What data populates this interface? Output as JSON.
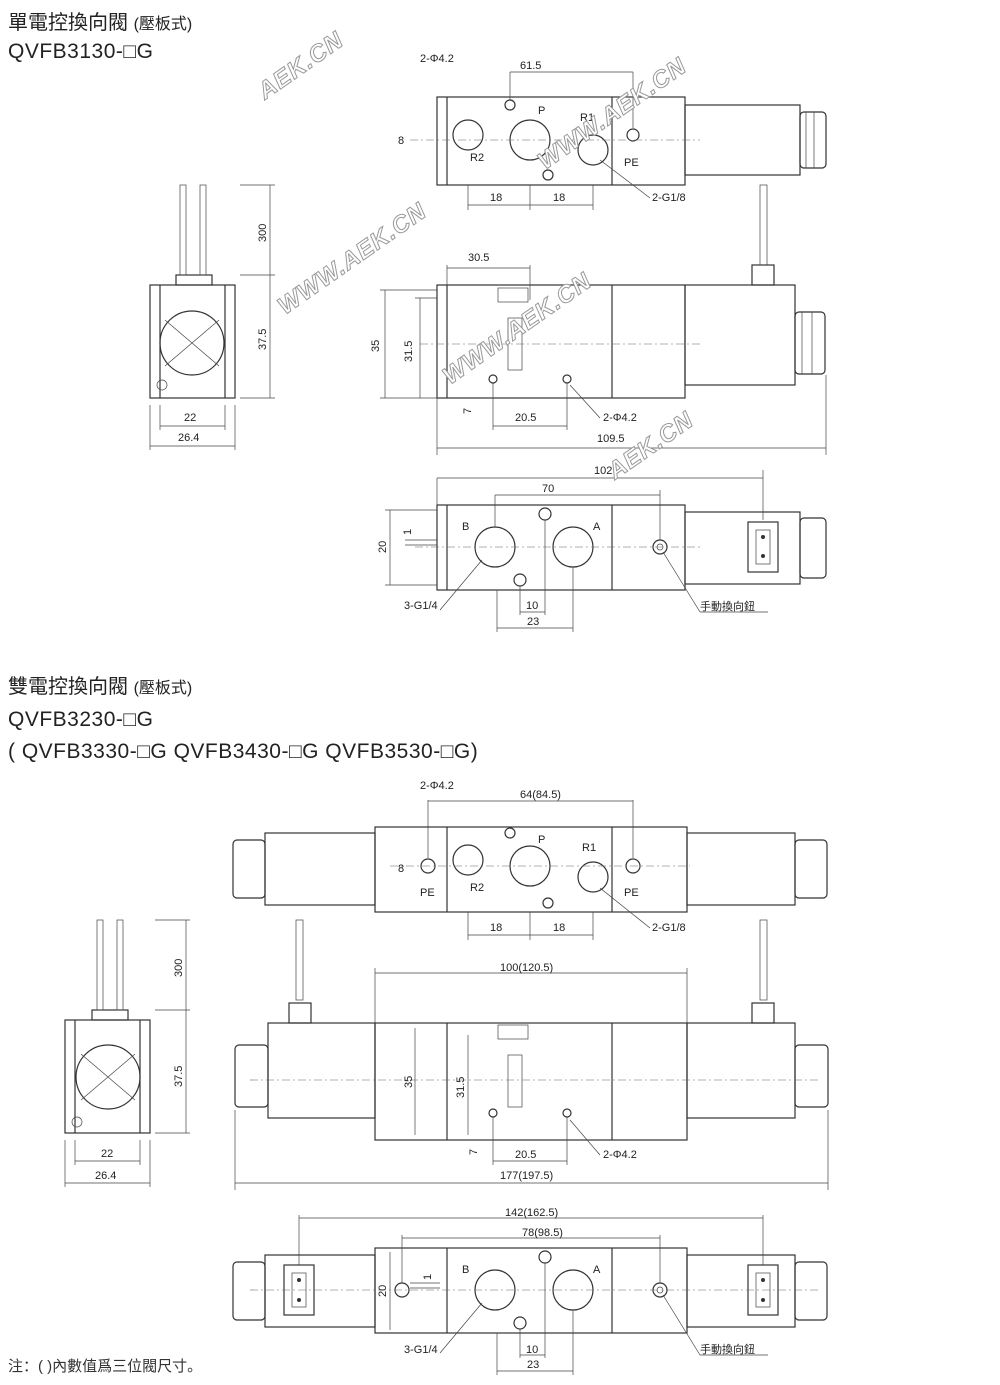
{
  "single": {
    "title": "單電控換向閥",
    "title_sub": "(壓板式)",
    "model": "QVFB3130-□G",
    "top_view": {
      "holes": "2-Φ4.2",
      "width": "61.5",
      "offset": "8",
      "port_p": "P",
      "port_r1": "R1",
      "port_r2": "R2",
      "port_pe": "PE",
      "pitch_left": "18",
      "pitch_right": "18",
      "thread": "2-G1/8"
    },
    "side_view": {
      "lead": "300",
      "height": "37.5",
      "inner_width": "22",
      "outer_width": "26.4"
    },
    "front_view": {
      "offset": "30.5",
      "height": "35",
      "inner_height": "31.5",
      "hole_offset": "7",
      "hole_pitch": "20.5",
      "holes": "2-Φ4.2",
      "length": "109.5"
    },
    "bottom_view": {
      "span_outer": "102",
      "span_inner": "70",
      "offset": "1",
      "height": "20",
      "port_b": "B",
      "port_a": "A",
      "thread": "3-G1/4",
      "pitch_small": "10",
      "pitch": "23",
      "manual": "手動換向鈕"
    }
  },
  "double": {
    "title": "雙電控換向閥",
    "title_sub": "(壓板式)",
    "model": "QVFB3230-□G",
    "models_alt": "( QVFB3330-□G  QVFB3430-□G  QVFB3530-□G)",
    "top_view": {
      "holes": "2-Φ4.2",
      "width": "64(84.5)",
      "offset": "8",
      "port_p": "P",
      "port_r1": "R1",
      "port_r2": "R2",
      "port_pe_left": "PE",
      "port_pe_right": "PE",
      "pitch_left": "18",
      "pitch_right": "18",
      "thread": "2-G1/8"
    },
    "side_view": {
      "lead": "300",
      "height": "37.5",
      "inner_width": "22",
      "outer_width": "26.4"
    },
    "front_view": {
      "body_length": "100(120.5)",
      "height": "35",
      "inner_height": "31.5",
      "hole_offset": "7",
      "hole_pitch": "20.5",
      "holes": "2-Φ4.2",
      "length": "177(197.5)"
    },
    "bottom_view": {
      "span_outer": "142(162.5)",
      "span_inner": "78(98.5)",
      "height": "20",
      "offset": "1",
      "port_b": "B",
      "port_a": "A",
      "thread": "3-G1/4",
      "pitch_small": "10",
      "pitch": "23",
      "manual": "手動換向鈕"
    }
  },
  "note": "注：( )內數值爲三位閥尺寸。",
  "watermark": "WWW.AEK.CN",
  "watermark_short": "AEK.CN"
}
